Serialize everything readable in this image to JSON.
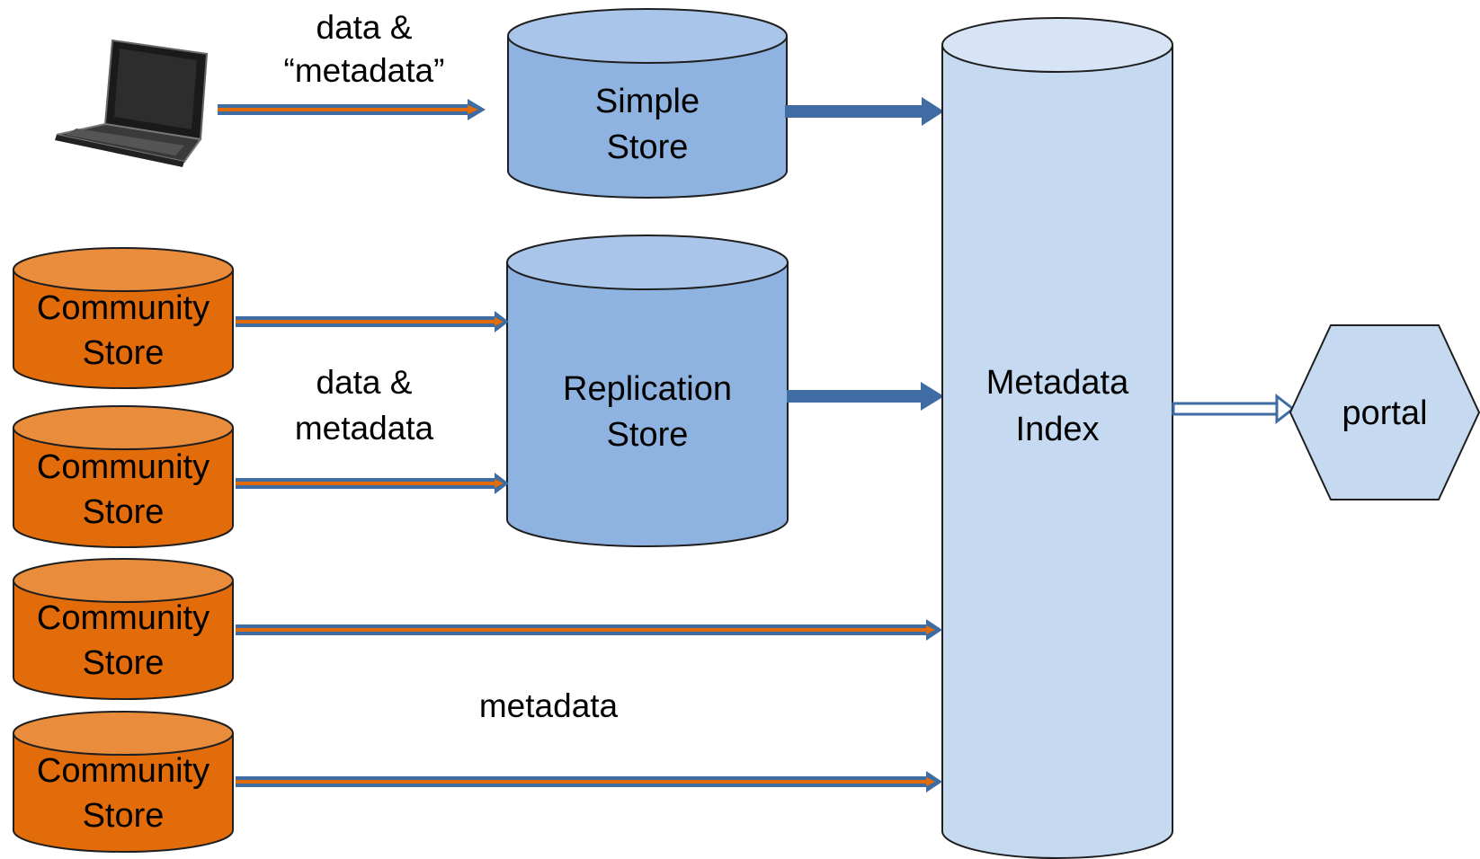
{
  "colors": {
    "blue_store_fill": "#8fb3e0",
    "blue_store_top": "#a9c6ea",
    "blue_store_stroke": "#1f1f1f",
    "index_fill": "#c5d9f1",
    "index_top": "#d6e4f5",
    "community_fill": "#e36c0a",
    "community_top": "#e98c3c",
    "arrow_blue": "#3f6da3",
    "arrow_orange": "#e36c0a",
    "portal_fill": "#c5d9f1"
  },
  "icons": {
    "client": "laptop-icon"
  },
  "nodes": {
    "simple_store": {
      "line1": "Simple",
      "line2": "Store"
    },
    "replication_store": {
      "line1": "Replication",
      "line2": "Store"
    },
    "metadata_index": {
      "line1": "Metadata",
      "line2": "Index"
    },
    "portal": {
      "label": "portal"
    },
    "community_stores": [
      {
        "line1": "Community",
        "line2": "Store"
      },
      {
        "line1": "Community",
        "line2": "Store"
      },
      {
        "line1": "Community",
        "line2": "Store"
      },
      {
        "line1": "Community",
        "line2": "Store"
      }
    ]
  },
  "edge_labels": {
    "laptop_to_simple": {
      "line1": "data &",
      "line2": "“metadata”"
    },
    "community_to_replication": {
      "line1": "data &",
      "line2": "metadata"
    },
    "community_to_index": {
      "label": "metadata"
    }
  }
}
